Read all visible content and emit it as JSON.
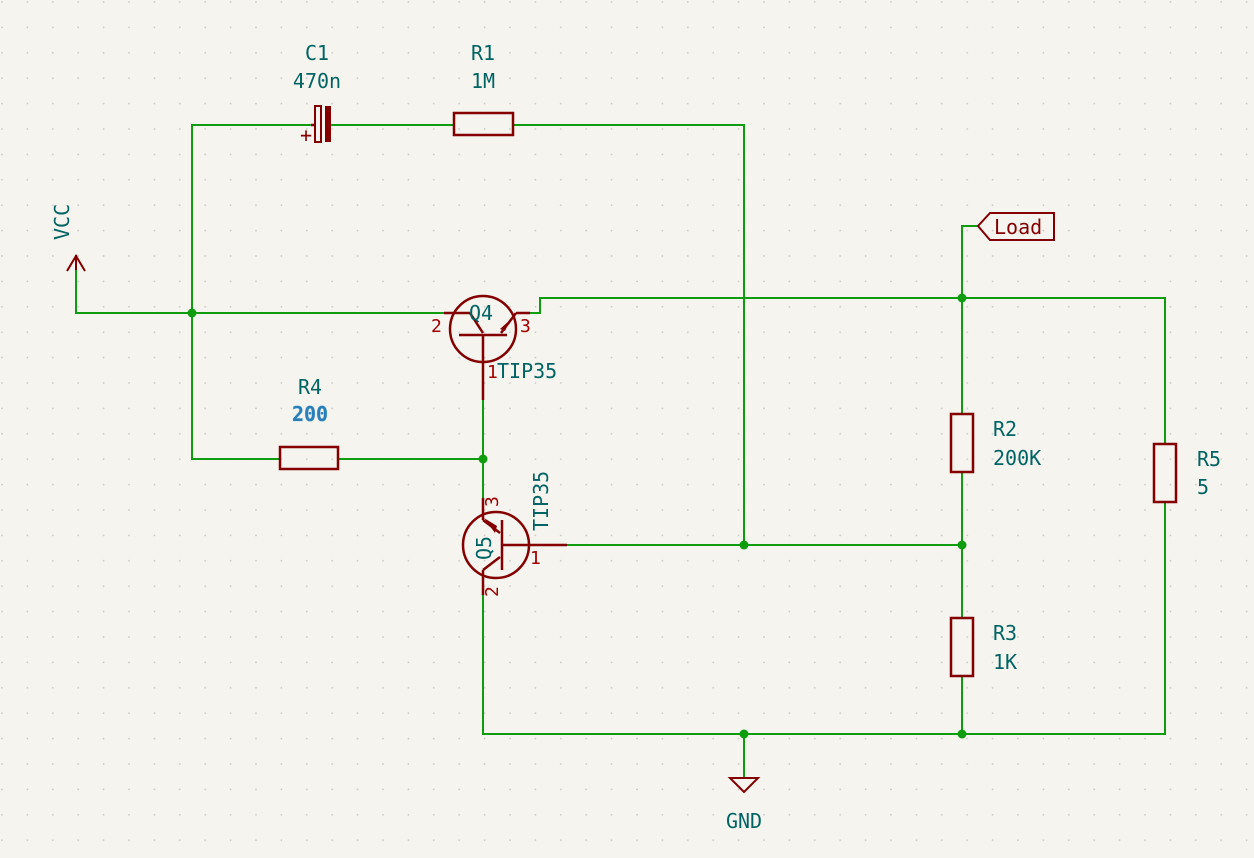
{
  "colors": {
    "background": "#f5f4ef",
    "grid_dots": "#c8c8c8",
    "wire": "#0f9d0f",
    "symbol": "#840000",
    "pin_number": "#a00000",
    "reference_text": "#006464",
    "selected_value": "#2a7fb8"
  },
  "components": {
    "c1": {
      "ref": "C1",
      "value": "470n",
      "polarity": "+"
    },
    "r1": {
      "ref": "R1",
      "value": "1M"
    },
    "r2": {
      "ref": "R2",
      "value": "200K"
    },
    "r3": {
      "ref": "R3",
      "value": "1K"
    },
    "r4": {
      "ref": "R4",
      "value": "200"
    },
    "r5": {
      "ref": "R5",
      "value": "5"
    },
    "q4": {
      "ref": "Q4",
      "value": "TIP35",
      "pin_base": "2",
      "pin_emitter": "3",
      "pin_collector": "1"
    },
    "q5": {
      "ref": "Q5",
      "value": "TIP35",
      "pin_base": "1",
      "pin_emitter": "3",
      "pin_collector": "2"
    }
  },
  "power": {
    "vcc": "VCC",
    "gnd": "GND"
  },
  "labels": {
    "load": "Load"
  }
}
